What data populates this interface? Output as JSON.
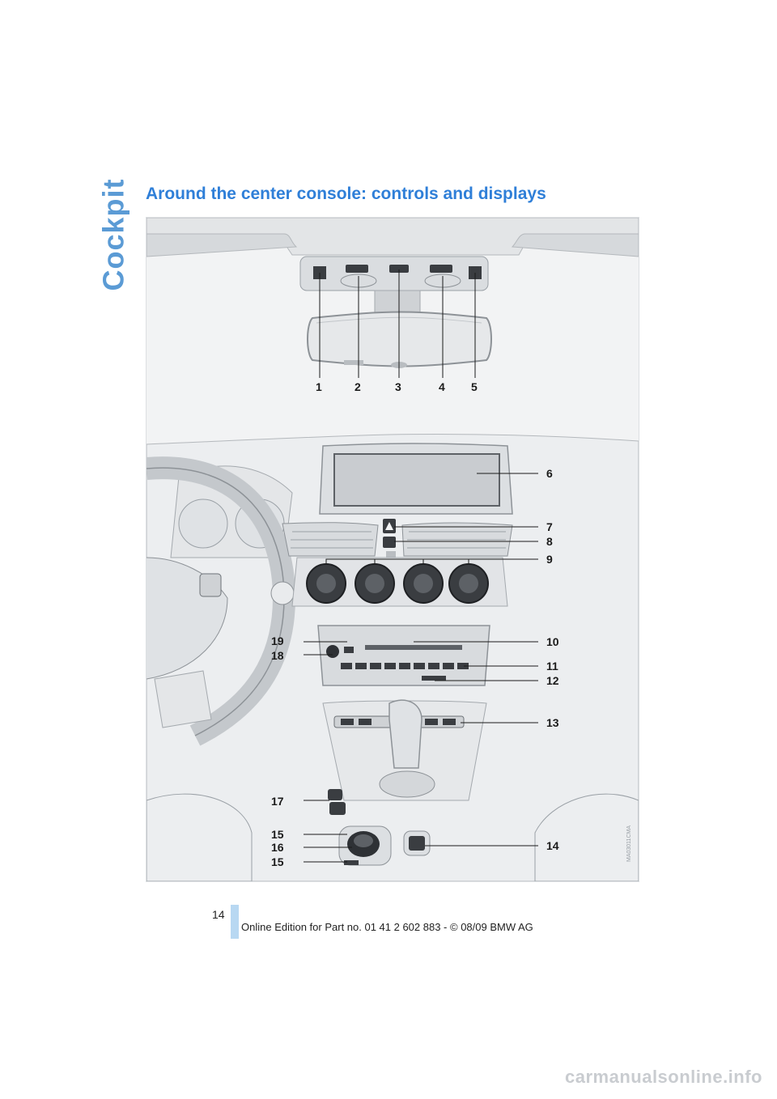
{
  "section": {
    "tab_label": "Cockpit"
  },
  "heading": {
    "title": "Around the center console: controls and displays"
  },
  "figure": {
    "callouts": {
      "c1": "1",
      "c2": "2",
      "c3": "3",
      "c4": "4",
      "c5": "5",
      "c6": "6",
      "c7": "7",
      "c8": "8",
      "c9": "9",
      "c10": "10",
      "c11": "11",
      "c12": "12",
      "c13": "13",
      "c14": "14",
      "c15a": "15",
      "c15b": "15",
      "c16": "16",
      "c17": "17",
      "c18": "18",
      "c19": "19"
    },
    "image_code": "MA03011CMA"
  },
  "footer": {
    "page_number": "14",
    "edition": "Online Edition for Part no. 01 41 2 602 883 - © 08/09 BMW AG"
  },
  "watermark": {
    "text": "carmanualsonline.info"
  },
  "colors": {
    "accent": "#2f7fd8",
    "tab": "#5b9bd5",
    "footer_bar": "#b8d8f2"
  }
}
